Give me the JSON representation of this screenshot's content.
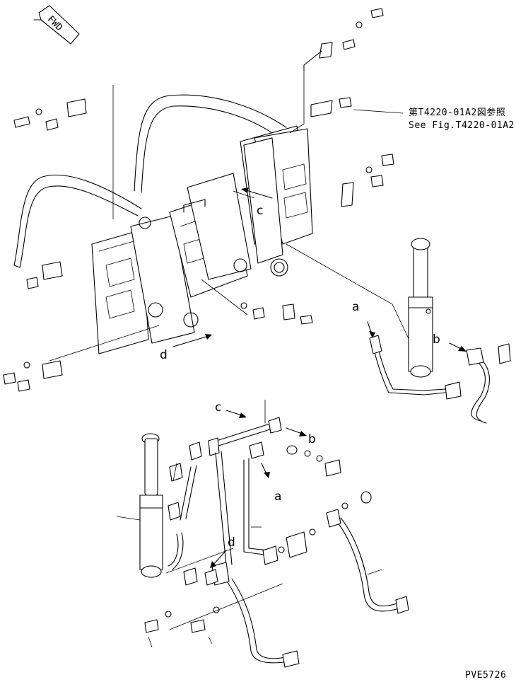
{
  "fwd_label": "FWD",
  "reference_jp": "第T4220-01A2図参照",
  "reference_en": "See Fig.T4220-01A2",
  "connection_labels": {
    "a_upper": "a",
    "b_upper": "b",
    "c_upper": "c",
    "d_upper": "d",
    "c_lower": "c",
    "b_lower": "b",
    "a_lower": "a",
    "d_lower": "d"
  },
  "drawing_number": "PVE5726"
}
